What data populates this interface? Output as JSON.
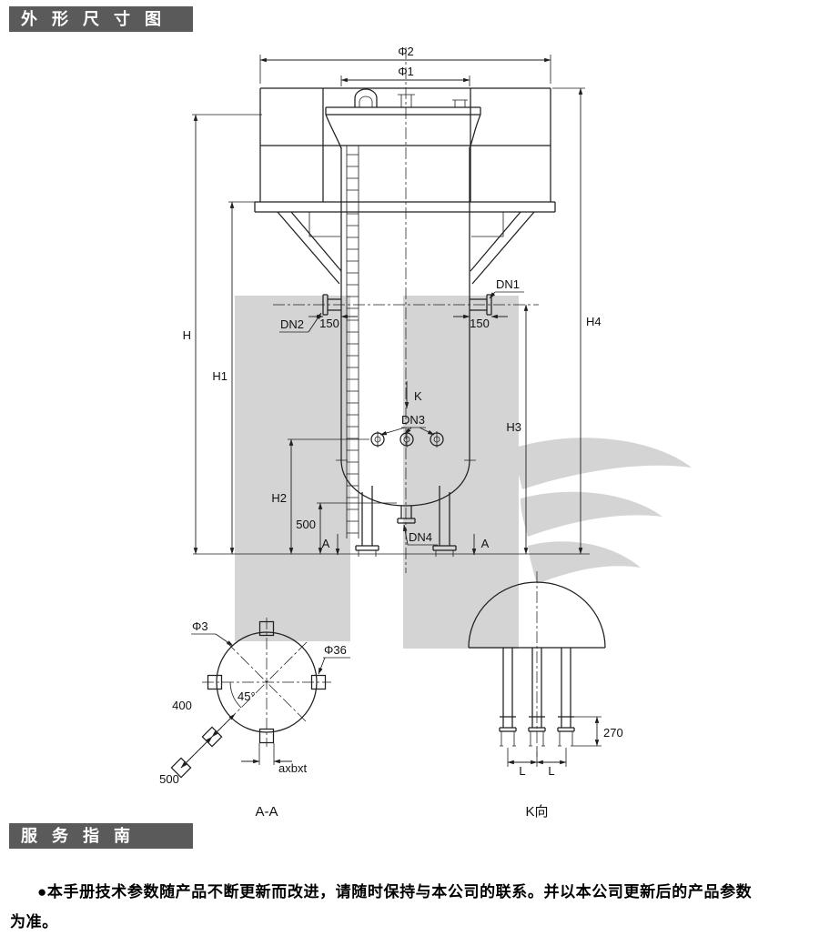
{
  "sections": {
    "dimensions_title": "外形尺寸图",
    "service_title": "服务指南",
    "service_note": "●本手册技术参数随产品不断更新而改进，请随时保持与本公司的联系。并以本公司更新后的产品参数为准。"
  },
  "drawing": {
    "top_dims": {
      "phi2": "Φ2",
      "phi1": "Φ1"
    },
    "height_dims": {
      "H": "H",
      "H1": "H1",
      "H2": "H2",
      "H3": "H3",
      "H4": "H4",
      "d500": "500"
    },
    "nozzle_dims": {
      "left_150": "150",
      "right_150": "150"
    },
    "nozzles": {
      "dn1": "DN1",
      "dn2": "DN2",
      "dn3": "DN3",
      "dn4": "DN4"
    },
    "view_arrow": "K",
    "section_marks": {
      "left": "A",
      "right": "A"
    },
    "section_aa": {
      "caption": "A-A",
      "bolt_circle": "Φ3",
      "bolt_hole": "Φ36",
      "angle": "45°",
      "dim_400": "400",
      "dim_500": "500",
      "pad_size": "axbxt"
    },
    "view_k": {
      "caption": "K向",
      "dim_270": "270",
      "leg_pitch_left": "L",
      "leg_pitch_right": "L"
    }
  },
  "colors": {
    "header_bar": "#5a5a5a",
    "line": "#1f1f1f",
    "watermark": "#d4d4d4"
  }
}
